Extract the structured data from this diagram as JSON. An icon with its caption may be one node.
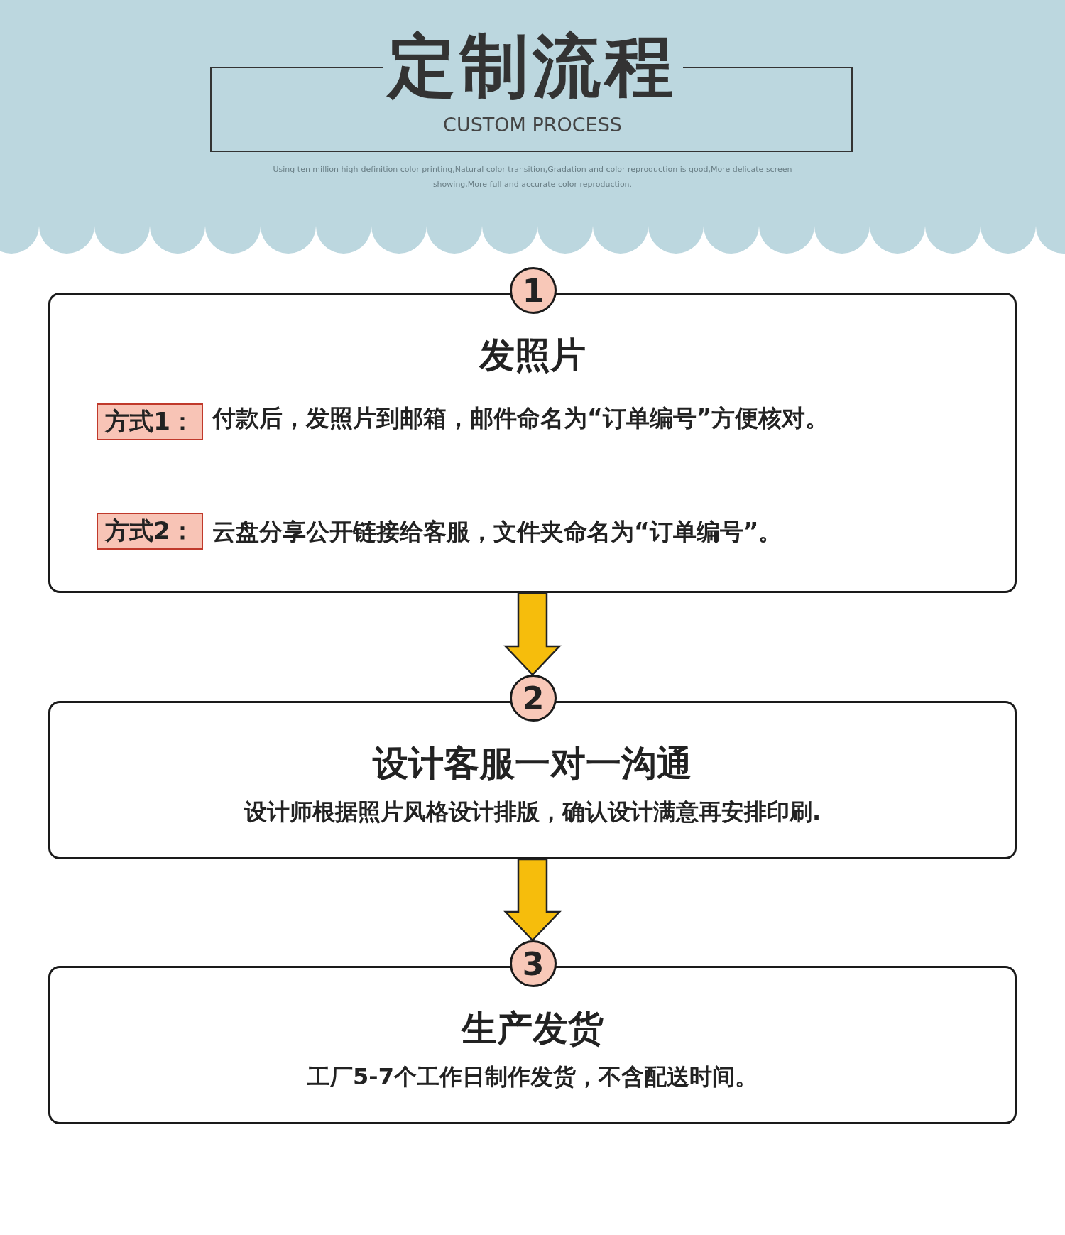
{
  "diagram": {
    "title": "定制流程",
    "nodes": [
      {
        "text": [
          "1"
        ]
      },
      {
        "text": [
          "发照片"
        ]
      },
      {
        "text": [
          "方式1："
        ],
        "in": 1,
        "beside": [
          "付款后，发照片到邮箱，邮件命名为“订单编号”方便核对。"
        ]
      },
      {
        "text": [
          "方式2："
        ],
        "in": 1,
        "beside": [
          "云盘分享公开链接给客服，文件夹命名为“订单编号”。"
        ]
      },
      {
        "text": [
          "2"
        ]
      },
      {
        "text": [
          "设计客服一对一沟通",
          "设计师根据照片风格设计排版，确认设计满意再安排印刷."
        ]
      },
      {
        "text": [
          "3"
        ]
      },
      {
        "text": [
          "生产发货",
          "工厂5-7个工作日制作发货，不含配送时间。"
        ]
      }
    ],
    "edges": [
      {
        "from": 1,
        "to": 4,
        "arrow": "to"
      },
      {
        "from": 5,
        "to": 6,
        "arrow": "to"
      }
    ],
    "labels": [
      "CUSTOM PROCESS",
      "Using ten million high-definition color printing,Natural color transition,Gradation and color reproduction is good,More delicate screen showing,More full and accurate color reproduction."
    ]
  }
}
